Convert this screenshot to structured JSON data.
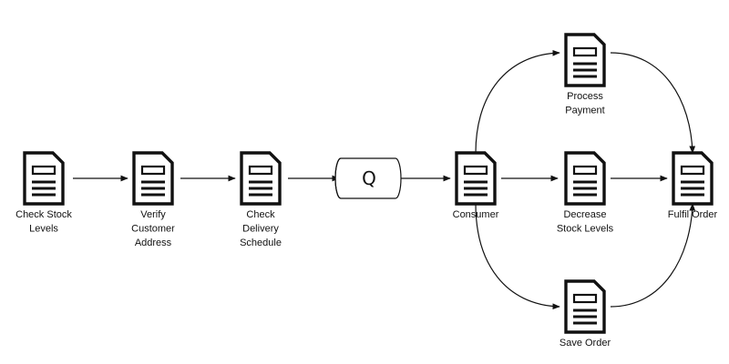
{
  "nodes": [
    {
      "id": "check-stock",
      "type": "document",
      "label": [
        "Check Stock",
        "Levels"
      ]
    },
    {
      "id": "verify-address",
      "type": "document",
      "label": [
        "Verify",
        "Customer",
        "Address"
      ]
    },
    {
      "id": "check-delivery",
      "type": "document",
      "label": [
        "Check",
        "Delivery",
        "Schedule"
      ]
    },
    {
      "id": "queue",
      "type": "queue",
      "label": [
        "Q"
      ]
    },
    {
      "id": "consumer",
      "type": "document",
      "label": [
        "Consumer"
      ]
    },
    {
      "id": "process-payment",
      "type": "document",
      "label": [
        "Process",
        "Payment"
      ]
    },
    {
      "id": "decrease-stock",
      "type": "document",
      "label": [
        "Decrease",
        "Stock Levels"
      ]
    },
    {
      "id": "save-order",
      "type": "document",
      "label": [
        "Save Order"
      ]
    },
    {
      "id": "fulfil-order",
      "type": "document",
      "label": [
        "Fulfil Order"
      ]
    }
  ],
  "edges": [
    {
      "from": "check-stock",
      "to": "verify-address"
    },
    {
      "from": "verify-address",
      "to": "check-delivery"
    },
    {
      "from": "check-delivery",
      "to": "queue"
    },
    {
      "from": "queue",
      "to": "consumer"
    },
    {
      "from": "consumer",
      "to": "process-payment"
    },
    {
      "from": "consumer",
      "to": "decrease-stock"
    },
    {
      "from": "consumer",
      "to": "save-order"
    },
    {
      "from": "process-payment",
      "to": "fulfil-order"
    },
    {
      "from": "decrease-stock",
      "to": "fulfil-order"
    },
    {
      "from": "save-order",
      "to": "fulfil-order"
    }
  ]
}
